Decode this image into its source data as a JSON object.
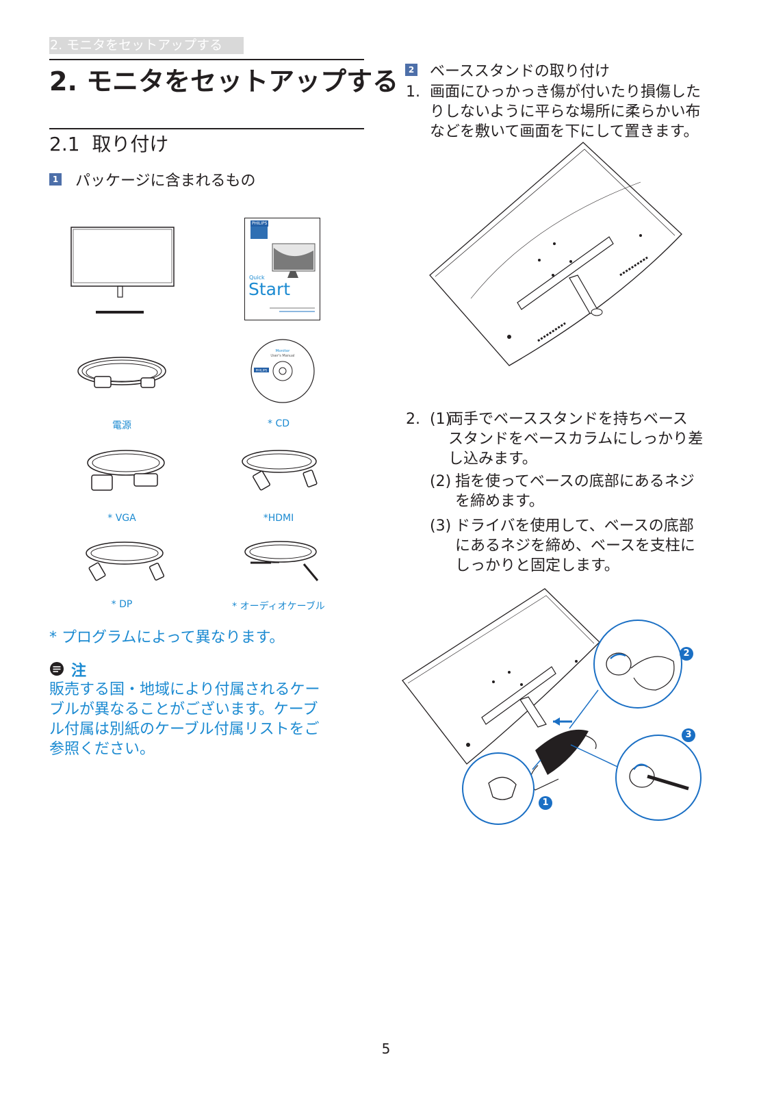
{
  "header": {
    "tab": "2. モニタをセットアップする"
  },
  "title": "2.  モニタをセットアップする",
  "section": {
    "number": "2.1",
    "title": "取り付け"
  },
  "step1": {
    "badge": "1",
    "title": "パッケージに含まれるもの"
  },
  "quick_start": {
    "brand": "PHILIPS",
    "small": "Quick",
    "big": "Start"
  },
  "cd": {
    "brand": "PHILIPS",
    "title": "Monitor",
    "subtitle": "User's Manual"
  },
  "items": {
    "power": "電源",
    "cd": "* CD",
    "vga": "* VGA",
    "hdmi": "*HDMI",
    "dp": "* DP",
    "audio": "* オーディオケーブル"
  },
  "asterisk_note": "* プログラムによって異なります。",
  "note": {
    "label": "注",
    "lines": [
      "販売する国・地域により付属されるケー",
      "ブルが異なることがございます。ケーブ",
      "ル付属は別紙のケーブル付属リストをご",
      "参照ください。"
    ]
  },
  "step2": {
    "badge": "2",
    "title": "ベーススタンドの取り付け",
    "s1": {
      "num": "1.",
      "lines": [
        "画面にひっかっき傷が付いたり損傷した",
        "りしないように平らな場所に柔らかい布",
        "などを敷いて画面を下にして置きます。"
      ]
    },
    "s2": {
      "num": "2.",
      "p1": {
        "label": "(1)",
        "lines": [
          "両手でベーススタンドを持ちベース",
          "スタンドをベースカラムにしっかり差",
          "し込みます。"
        ]
      },
      "p2": {
        "label": "(2)",
        "lines": [
          "指を使ってベースの底部にあるネジ",
          "を締めます。"
        ]
      },
      "p3": {
        "label": "(3)",
        "lines": [
          "ドライバを使用して、ベースの底部",
          "にあるネジを締め、ベースを支柱に",
          "しっかりと固定します。"
        ]
      }
    },
    "callouts": [
      "1",
      "2",
      "3"
    ]
  },
  "page_number": "5"
}
